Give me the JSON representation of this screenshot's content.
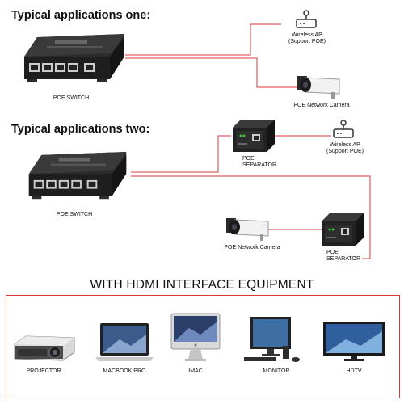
{
  "section_one": {
    "title": "Typical applications one:",
    "switch_label": "POE SWITCH",
    "ap_label": [
      "Wireless AP",
      "(Support POE)"
    ],
    "camera_label": "POE Network Camera"
  },
  "section_two": {
    "title": "Typical applications two:",
    "switch_label": "POE SWITCH",
    "separator_top_label": [
      "POE",
      "SEPARATOR"
    ],
    "ap_label": [
      "Wireless AP",
      "(Support POE)"
    ],
    "camera_label": "POE Network Camera",
    "separator_bottom_label": [
      "POE",
      "SEPARATOR"
    ]
  },
  "hdmi": {
    "title": "WITH HDMI INTERFACE EQUIPMENT",
    "devices": [
      "PROJECTOR",
      "MACBOOK PRO",
      "IMAC",
      "MONITOR",
      "HDTV"
    ]
  },
  "colors": {
    "line": "#d9383a",
    "device": "#2a2a2a"
  }
}
